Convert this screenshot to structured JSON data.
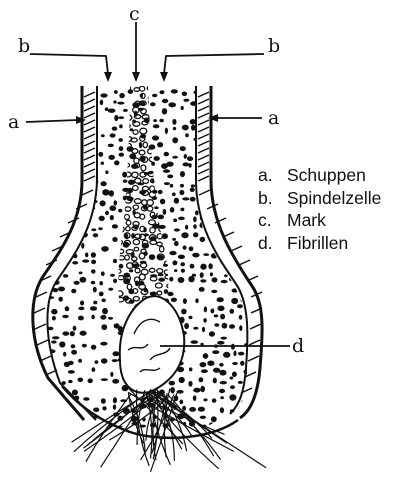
{
  "diagram": {
    "callouts": {
      "a_left": "a",
      "a_right": "a",
      "b_left": "b",
      "b_right": "b",
      "c_top": "c",
      "d_right": "d"
    },
    "legend": [
      {
        "key": "a.",
        "text": "Schuppen"
      },
      {
        "key": "b.",
        "text": "Spindelzelle"
      },
      {
        "key": "c.",
        "text": "Mark"
      },
      {
        "key": "d.",
        "text": "Fibrillen"
      }
    ]
  }
}
